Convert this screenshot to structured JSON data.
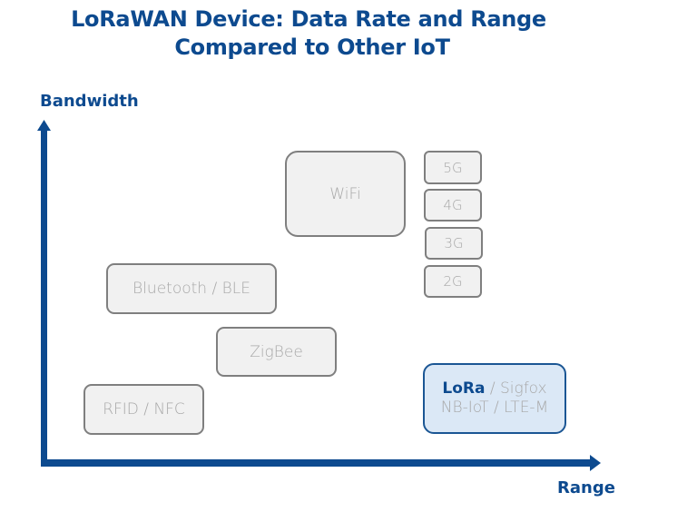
{
  "title": {
    "line1": "LoRaWAN Device: Data Rate and Range",
    "line2": "Compared to Other IoT"
  },
  "axes": {
    "y_label": "Bandwidth",
    "x_label": "Range",
    "color": "#0d4a8f"
  },
  "technologies": {
    "wifi": "WiFi",
    "g5": "5G",
    "g4": "4G",
    "g3": "3G",
    "g2": "2G",
    "bluetooth": "Bluetooth / BLE",
    "zigbee": "ZigBee",
    "rfid": "RFID / NFC",
    "lora": {
      "highlight": "LoRa",
      "rest_line1": " / Sigfox",
      "line2": "NB-IoT / LTE-M"
    }
  },
  "colors": {
    "box_fill": "#f1f1f1",
    "box_border": "#7f7f7f",
    "box_text": "#a8a8a8",
    "highlight_fill": "#dbe8f6",
    "highlight_border": "#1b5694"
  }
}
